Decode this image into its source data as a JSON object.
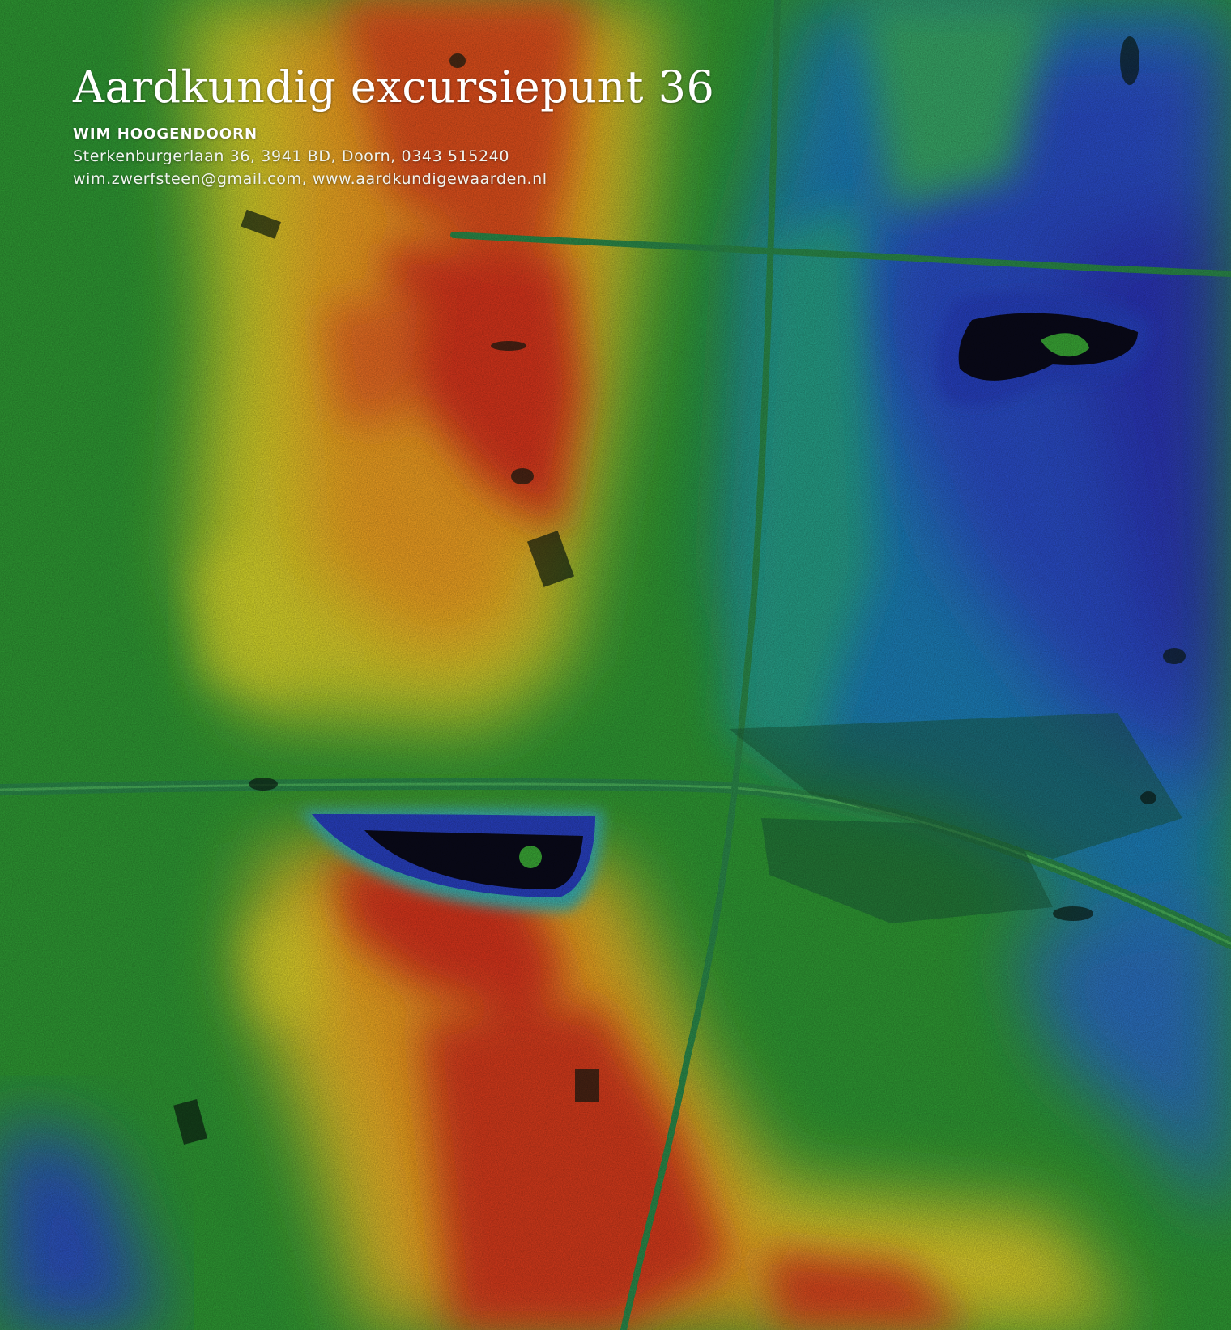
{
  "header": {
    "title": "Aardkundig excursiepunt 36",
    "author": "WIM HOOGENDOORN",
    "address": "Sterkenburgerlaan 36, 3941 BD, Doorn, 0343 515240",
    "contact": "wim.zwerfsteen@gmail.com, www.aardkundigewaarden.nl"
  },
  "map": {
    "type": "elevation-relief",
    "palette": {
      "high": "#d9341c",
      "upper": "#f0a020",
      "mid": "#e8e02a",
      "low": "#3aa836",
      "lower": "#22a08a",
      "lowest": "#2a46c8",
      "water": "#0a0a1a"
    }
  }
}
